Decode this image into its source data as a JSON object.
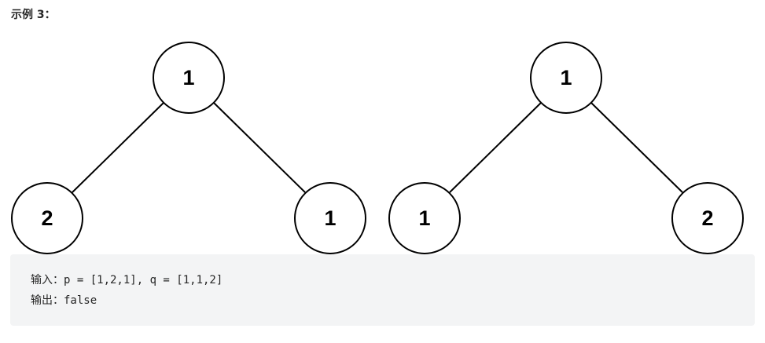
{
  "heading": "示例 3：",
  "trees": [
    {
      "root": "1",
      "left": "2",
      "right": "1"
    },
    {
      "root": "1",
      "left": "1",
      "right": "2"
    }
  ],
  "code": {
    "input_label": "输入：",
    "input_value": "p = [1,2,1], q = [1,1,2]",
    "output_label": "输出：",
    "output_value": "false"
  }
}
